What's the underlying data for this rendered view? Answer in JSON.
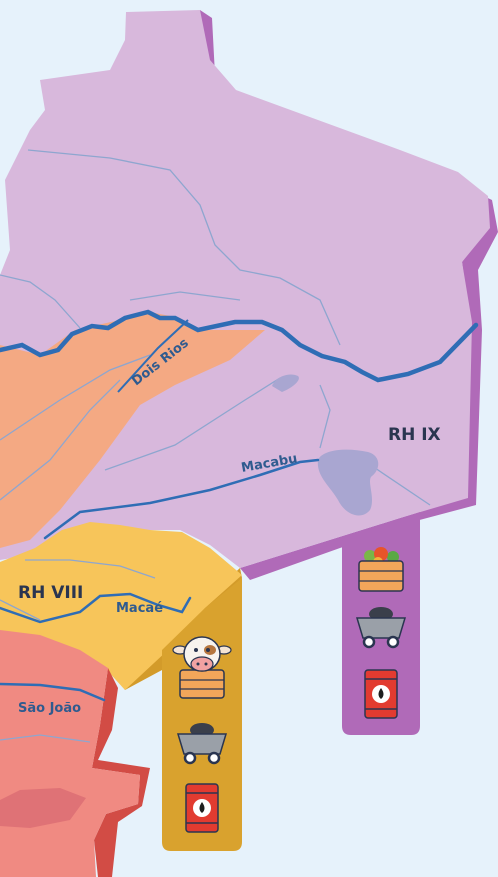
{
  "regions": [
    {
      "id": "rh-ix",
      "label": "RH IX",
      "color": "#d8b8dc",
      "side_color": "#b06ab8"
    },
    {
      "id": "rh-viii",
      "label": "RH VIII",
      "color": "#f7c55a",
      "side_color": "#d39b2a"
    },
    {
      "id": "sao-joao-region",
      "color": "#f08a82",
      "side_color": "#d24c45"
    },
    {
      "id": "dois-rios-region",
      "color": "#f4a983"
    }
  ],
  "rivers": [
    {
      "id": "dois-rios",
      "label": "Dois Rios"
    },
    {
      "id": "macabu",
      "label": "Macabu"
    },
    {
      "id": "macae",
      "label": "Macaé"
    },
    {
      "id": "sao-joao",
      "label": "São João"
    }
  ],
  "colors": {
    "background": "#e6f2fb",
    "river_main": "#2f6db5",
    "river_label": "#2f5b8f",
    "region_label": "#2a3550",
    "lagoon": "#a9a6d1"
  },
  "activity_columns": [
    {
      "id": "rh-ix-activities",
      "color": "#b06ab8",
      "icons": [
        "crate-of-produce-icon",
        "mining-cart-icon",
        "oil-barrel-icon"
      ]
    },
    {
      "id": "rh-viii-activities",
      "color": "#d9a22e",
      "icons": [
        "cow-with-crate-icon",
        "mining-cart-icon",
        "oil-barrel-icon"
      ]
    }
  ]
}
